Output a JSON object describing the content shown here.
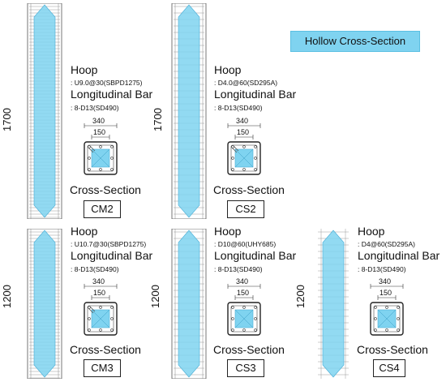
{
  "legend": {
    "label": "Hollow Cross-Section",
    "color": "#7fd3f0"
  },
  "heights": {
    "tall": "1700",
    "short": "1200"
  },
  "labels": {
    "hoop": "Hoop",
    "longitudinal": "Longitudinal Bar",
    "long_spec": ": 8-D13(SD490)",
    "dim_outer": "340",
    "dim_inner": "150",
    "cross_section": "Cross-Section"
  },
  "specimens": [
    {
      "name": "CM2",
      "hoop_spec": ": U9.0@30(SBPD1275)"
    },
    {
      "name": "CS2",
      "hoop_spec": ": D4.0@60(SD295A)"
    },
    {
      "name": "CM3",
      "hoop_spec": ": U10.7@30(SBPD1275)"
    },
    {
      "name": "CS3",
      "hoop_spec": ": D10@60(UHY685)"
    },
    {
      "name": "CS4",
      "hoop_spec": ": D4@60(SD295A)"
    }
  ]
}
